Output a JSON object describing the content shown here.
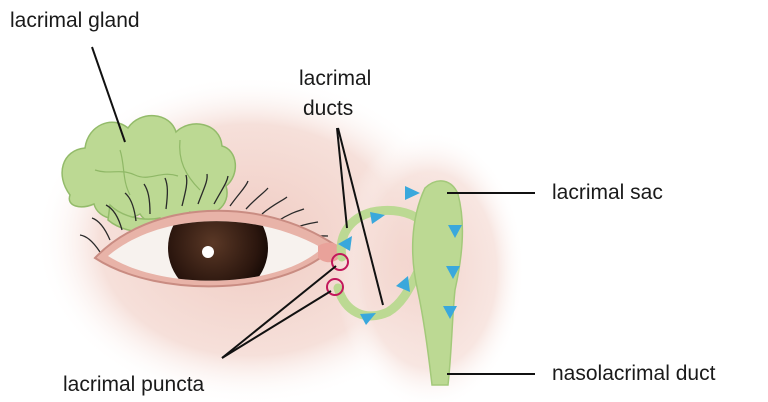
{
  "labels": {
    "lacrimal_gland": "lacrimal gland",
    "lacrimal_ducts_line1": "lacrimal",
    "lacrimal_ducts_line2": "ducts",
    "lacrimal_sac": "lacrimal sac",
    "lacrimal_puncta": "lacrimal puncta",
    "nasolacrimal_duct": "nasolacrimal duct"
  },
  "colors": {
    "skin_glow": "#f4dcd6",
    "gland_green": "#b9d98f",
    "gland_outline": "#8fb866",
    "iris": "#3b2218",
    "sclera": "#f7f2ee",
    "arrow_blue": "#3aa8dc",
    "puncta_ring": "#c2185b",
    "leader_line": "#111111"
  }
}
